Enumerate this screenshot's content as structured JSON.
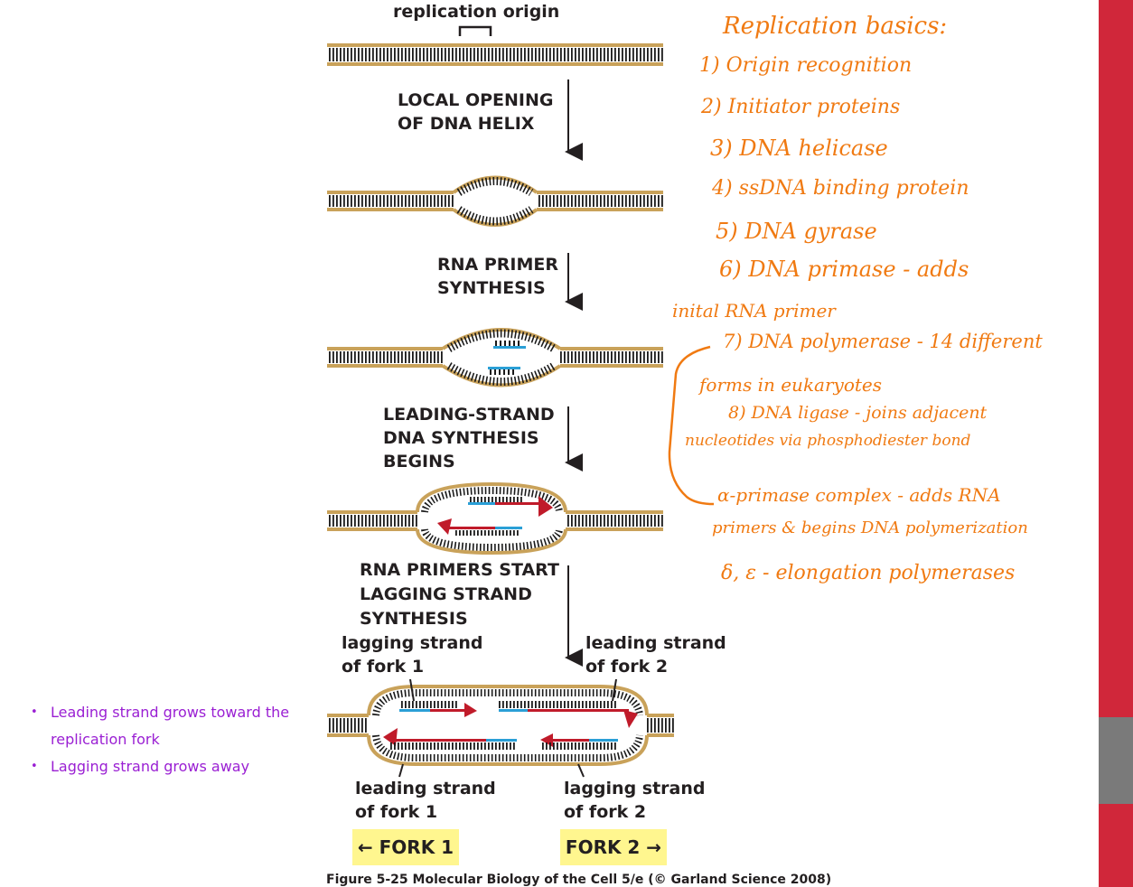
{
  "figure": {
    "labels": {
      "replication_origin": "replication origin",
      "step1_a": "LOCAL OPENING",
      "step1_b": "OF DNA HELIX",
      "step2_a": "RNA PRIMER",
      "step2_b": "SYNTHESIS",
      "step3_a": "LEADING-STRAND",
      "step3_b": "DNA SYNTHESIS",
      "step3_c": "BEGINS",
      "step4_a": "RNA PRIMERS START",
      "step4_b": "LAGGING STRAND",
      "step4_c": "SYNTHESIS",
      "lag1_a": "lagging strand",
      "lag1_b": "of fork 1",
      "lead2_a": "leading strand",
      "lead2_b": "of fork 2",
      "lead1_a": "leading strand",
      "lead1_b": "of fork 1",
      "lag2_a": "lagging strand",
      "lag2_b": "of fork 2",
      "fork1": "← FORK 1",
      "fork2": "FORK 2 →"
    },
    "caption": "Figure 5-25  Molecular Biology of the Cell 5/e (© Garland Science 2008)",
    "colors": {
      "dna_backbone": "#c9a25a",
      "rna_primer": "#2a9fd6",
      "new_dna": "#c01b2a",
      "fork_label_bg": "#fff68f"
    }
  },
  "notes": {
    "title": "Replication basics:",
    "items": [
      "1) Origin recognition",
      "2) Initiator proteins",
      "3) DNA helicase",
      "4) ssDNA binding protein",
      "5) DNA gyrase",
      "6) DNA primase - adds",
      "inital RNA primer",
      "7) DNA polymerase - 14 different",
      "forms in eukaryotes",
      "8) DNA ligase - joins adjacent",
      "nucleotides via phosphodiester bond",
      "α-primase complex - adds RNA",
      "primers & begins DNA polymerization",
      "δ, ε - elongation polymerases"
    ]
  },
  "bullets": [
    "Leading strand grows toward the replication fork",
    "Lagging strand grows away"
  ]
}
